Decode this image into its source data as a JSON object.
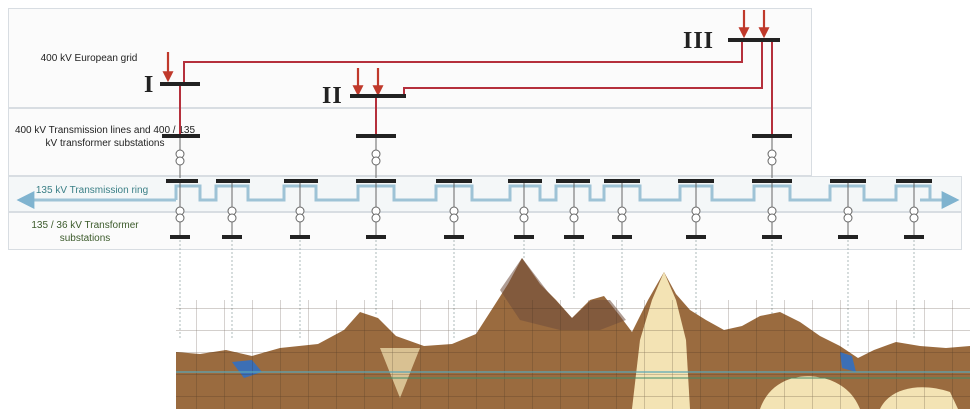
{
  "labels": {
    "european_grid": "400 kV European grid",
    "transmission_lines": "400 kV Transmission lines and 400 / 135 kV transformer substations",
    "transmission_ring": "135 kV Transmission ring",
    "transformer_substations": "135 / 36 kV Transformer substations"
  },
  "nodes": {
    "i": "I",
    "ii": "II",
    "iii": "III"
  },
  "colors": {
    "grid_line": "#b5303c",
    "arrow": "#c0392b",
    "ring": "#9ec3d6",
    "busbar": "#222222",
    "terrain_brown": "#9a6b3f",
    "terrain_light": "#f3e3b4",
    "water": "#3c6fb5"
  }
}
